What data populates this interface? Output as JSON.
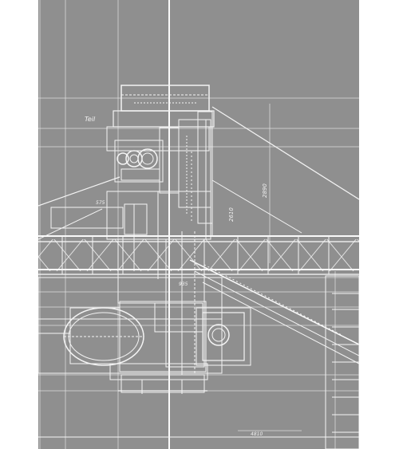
{
  "sheet": {
    "paper_color": "#8f8f8f",
    "ink_color": "#f4f4f4"
  },
  "annotations": {
    "top_left": "Teil",
    "mid_vertical_1": "2610",
    "mid_vertical_2": "2890",
    "left_small": "575",
    "center_small": "935",
    "bottom_right": "4810"
  }
}
